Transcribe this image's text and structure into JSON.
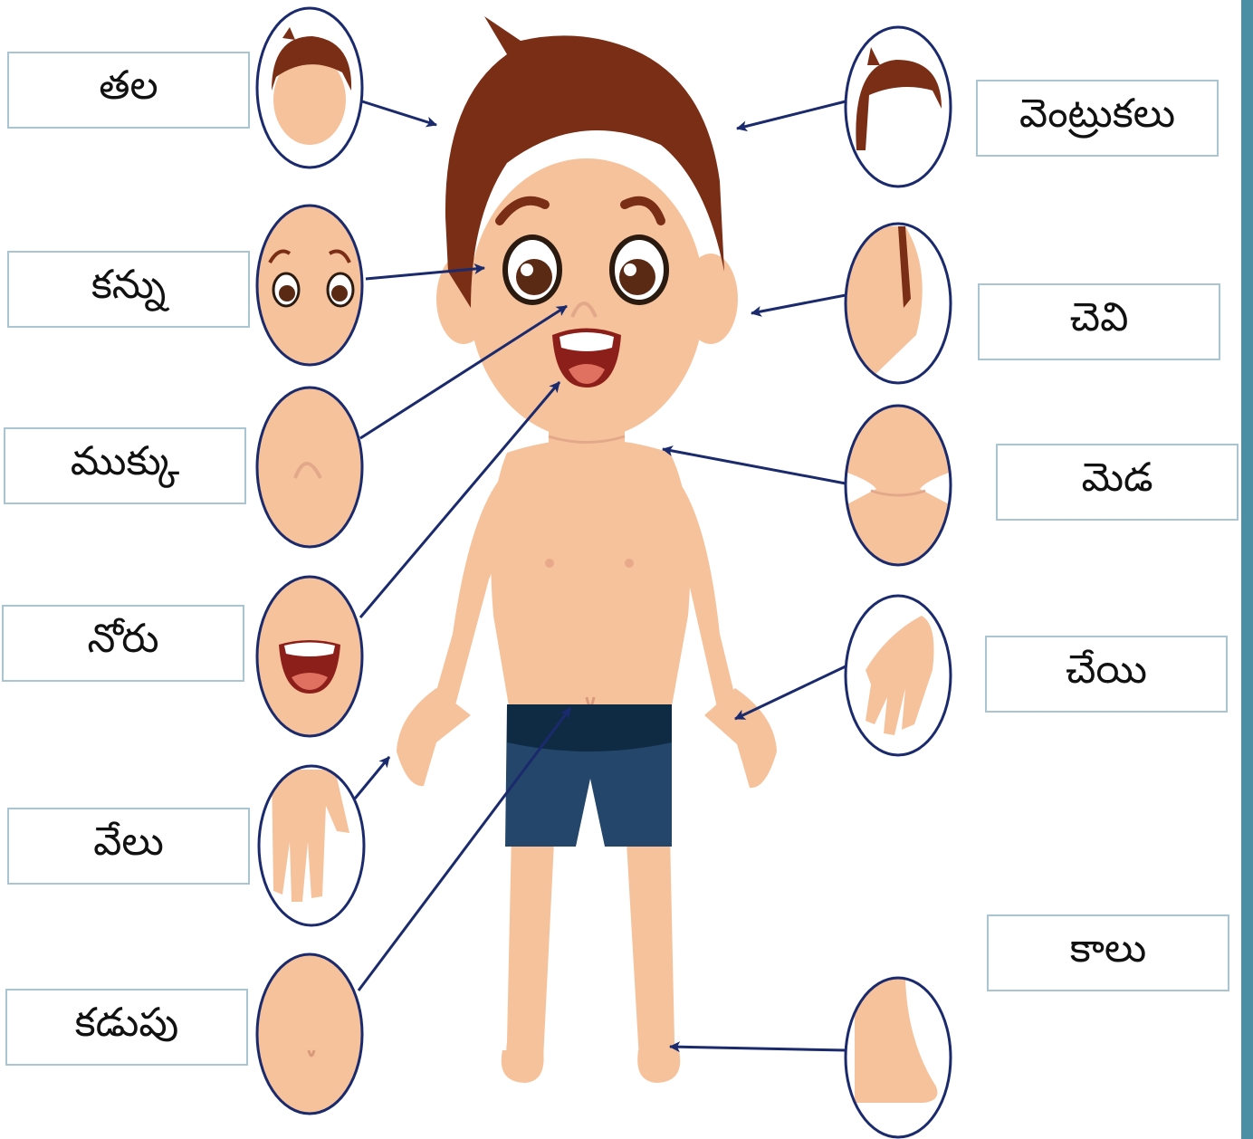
{
  "colors": {
    "arrow": "#1a2a6c",
    "skin": "#f6c29c",
    "hair": "#7a2e16",
    "shorts": "#24466a",
    "box_border": "#a9c4d2",
    "edge": "#4a8fa4"
  },
  "labels": {
    "head": "తల",
    "eye": "కన్ను",
    "nose": "ముక్కు",
    "mouth": "నోరు",
    "finger": "వేలు",
    "stomach": "కడుపు",
    "hair": "వెంట్రుకలు",
    "ear": "చెవి",
    "neck": "మెడ",
    "hand": "చేయి",
    "leg": "కాలు"
  }
}
